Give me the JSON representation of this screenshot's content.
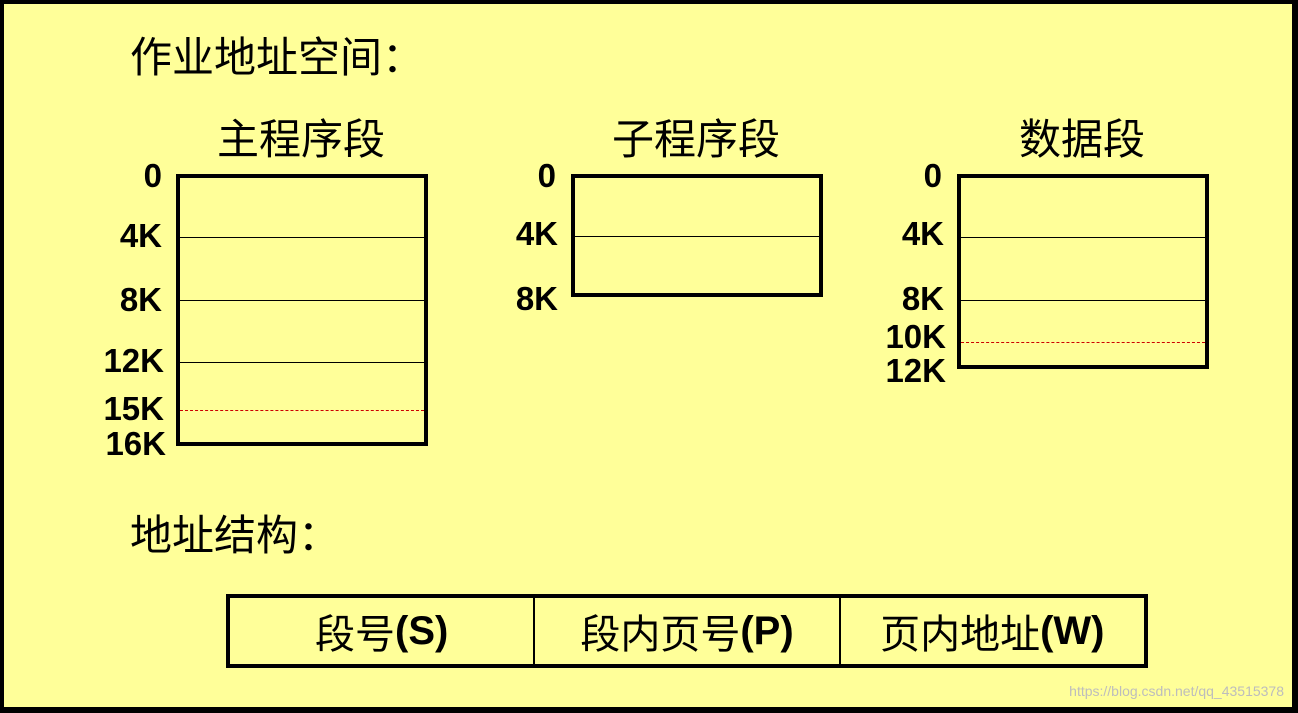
{
  "headings": {
    "address_space": "作业地址空间：",
    "address_structure": "地址结构："
  },
  "segments": [
    {
      "title": "主程序段",
      "ticks": [
        "0",
        "4K",
        "8K",
        "12K",
        "15K",
        "16K"
      ]
    },
    {
      "title": "子程序段",
      "ticks": [
        "0",
        "4K",
        "8K"
      ]
    },
    {
      "title": "数据段",
      "ticks": [
        "0",
        "4K",
        "8K",
        "10K",
        "12K"
      ]
    }
  ],
  "address_fields": [
    {
      "name": "段号",
      "code": "(S)"
    },
    {
      "name": "段内页号",
      "code": "(P)"
    },
    {
      "name": "页内地址",
      "code": "(W)"
    }
  ],
  "watermark": "https://blog.csdn.net/qq_43515378",
  "colors": {
    "background": "#ffff99",
    "frame": "#000000",
    "dashed_line": "#cc0000"
  }
}
